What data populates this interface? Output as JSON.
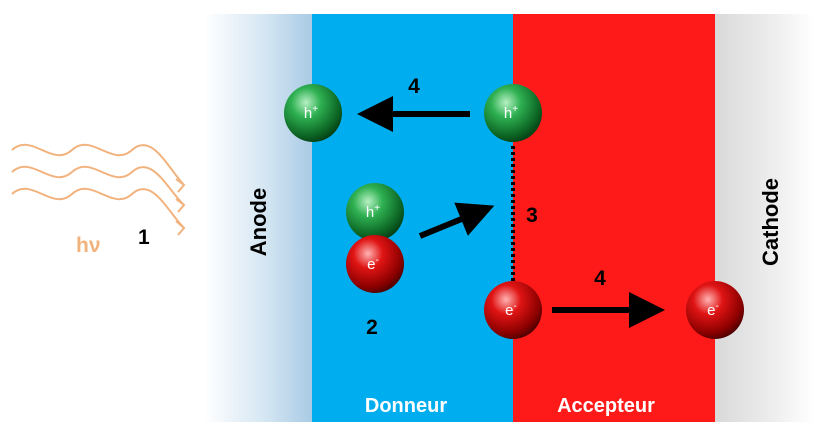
{
  "regions": {
    "anode": "Anode",
    "donor": "Donneur",
    "acceptor": "Accepteur",
    "cathode": "Cathode"
  },
  "light": {
    "symbol": "hν",
    "step": "1"
  },
  "steps": {
    "exciton": "2",
    "dissociation": "3",
    "transport_hole": "4",
    "transport_electron": "4"
  },
  "particles": {
    "hole": "h",
    "electron": "e",
    "hole_sup": "+",
    "electron_sup": "-"
  },
  "colors": {
    "donor": "#00AEEF",
    "acceptor": "#FF1A1A",
    "hole": "#1E9E3A",
    "electron": "#D40000",
    "light": "#F2B27D"
  }
}
